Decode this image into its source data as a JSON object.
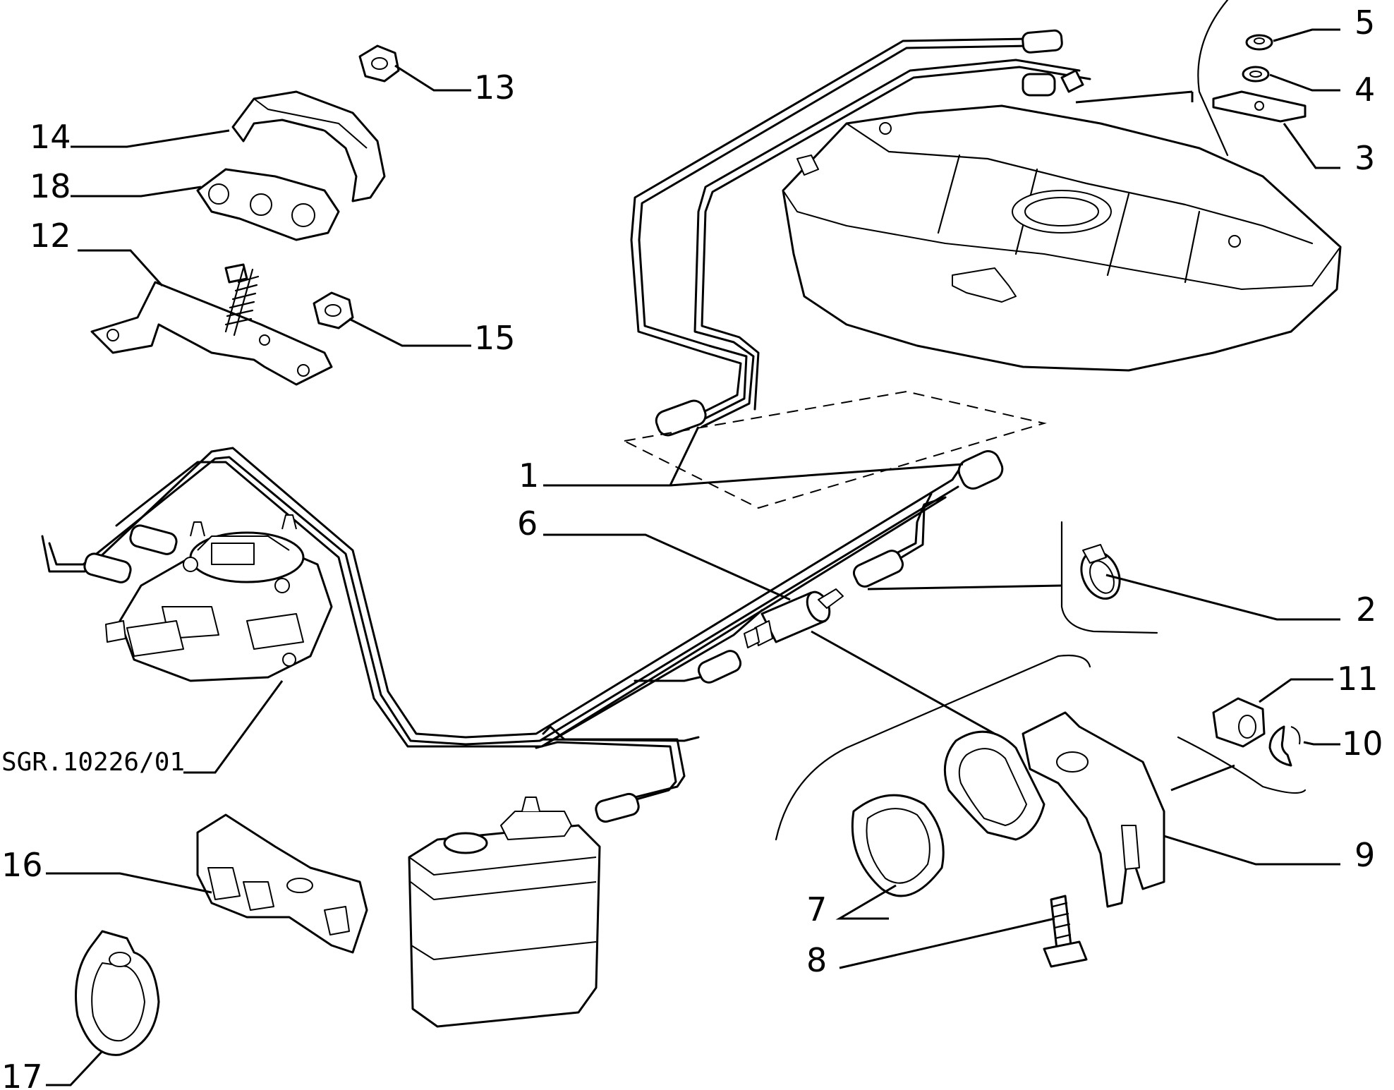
{
  "diagram": {
    "reference_code": "SGR.10226/01",
    "callouts": [
      {
        "id": "1",
        "label": "1"
      },
      {
        "id": "2",
        "label": "2"
      },
      {
        "id": "3",
        "label": "3"
      },
      {
        "id": "4",
        "label": "4"
      },
      {
        "id": "5",
        "label": "5"
      },
      {
        "id": "6",
        "label": "6"
      },
      {
        "id": "7",
        "label": "7"
      },
      {
        "id": "8",
        "label": "8"
      },
      {
        "id": "9",
        "label": "9"
      },
      {
        "id": "10",
        "label": "10"
      },
      {
        "id": "11",
        "label": "11"
      },
      {
        "id": "12",
        "label": "12"
      },
      {
        "id": "13",
        "label": "13"
      },
      {
        "id": "14",
        "label": "14"
      },
      {
        "id": "15",
        "label": "15"
      },
      {
        "id": "16",
        "label": "16"
      },
      {
        "id": "17",
        "label": "17"
      },
      {
        "id": "18",
        "label": "18"
      }
    ]
  }
}
